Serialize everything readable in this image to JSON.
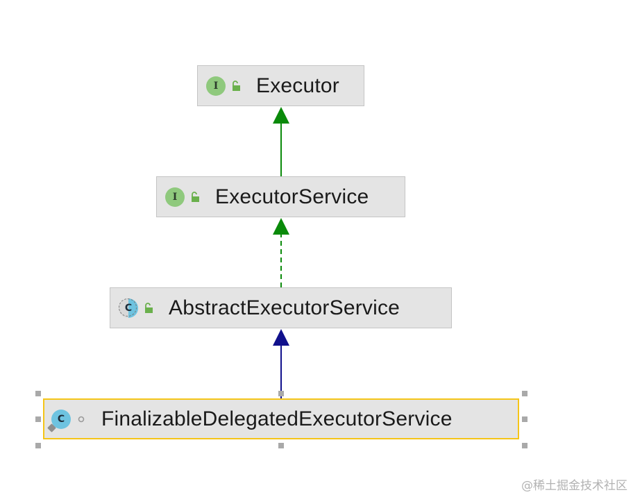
{
  "nodes": {
    "executor": {
      "label": "Executor",
      "kind": "interface",
      "kind_letter": "I",
      "visibility": "public"
    },
    "executor_service": {
      "label": "ExecutorService",
      "kind": "interface",
      "kind_letter": "I",
      "visibility": "public"
    },
    "abstract_executor_service": {
      "label": "AbstractExecutorService",
      "kind": "abstract-class",
      "kind_letter": "C",
      "visibility": "public"
    },
    "finalizable_delegated_executor_service": {
      "label": "FinalizableDelegatedExecutorService",
      "kind": "final-class",
      "kind_letter": "C",
      "visibility": "package-private",
      "selected": true
    }
  },
  "edges": [
    {
      "from": "executor_service",
      "to": "executor",
      "relation": "extends",
      "style": "solid",
      "color": "#0a8a0a"
    },
    {
      "from": "abstract_executor_service",
      "to": "executor_service",
      "relation": "implements",
      "style": "dashed",
      "color": "#0a8a0a"
    },
    {
      "from": "finalizable_delegated_executor_service",
      "to": "abstract_executor_service",
      "relation": "extends",
      "style": "solid",
      "color": "#10108c"
    }
  ],
  "colors": {
    "node_fill": "#e4e4e4",
    "node_border": "#c4c4c4",
    "selection_border": "#f5c518",
    "interface_icon": "#8fc97d",
    "class_icon": "#6ec3e0",
    "public_lock": "#6ab04c",
    "selection_handle": "#a9a9a9"
  },
  "icons": {
    "interface": "interface-icon",
    "abstract_class": "abstract-class-icon",
    "final_class": "class-icon",
    "public": "unlocked-lock-icon",
    "package_private": "package-private-circle-icon"
  },
  "watermark": "@稀土掘金技术社区"
}
